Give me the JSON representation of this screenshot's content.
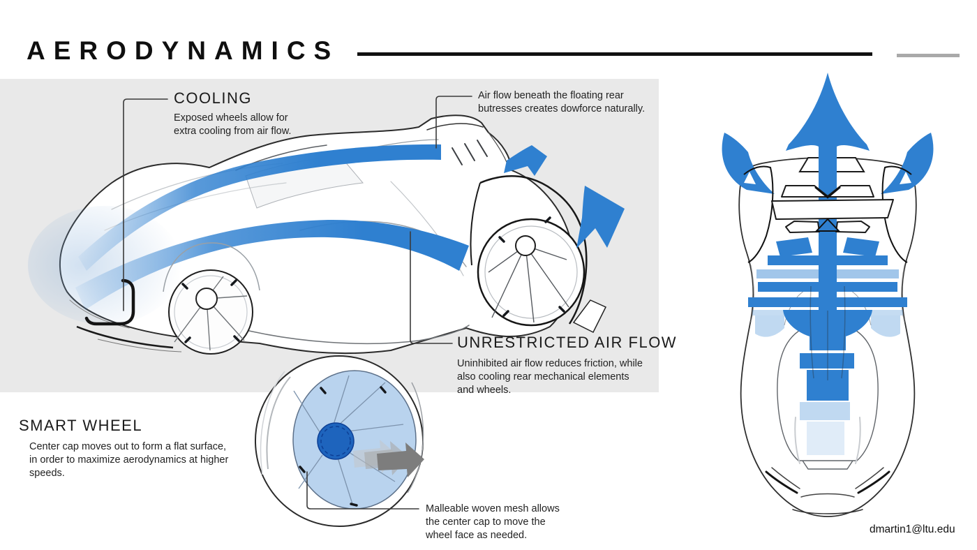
{
  "slide": {
    "title": "AERODYNAMICS",
    "contact_email": "dmartin1@ltu.edu"
  },
  "colors": {
    "accent_blue": "#2f80d0",
    "light_blue": "#b9d3ee",
    "pale_blue": "#dcebf8",
    "cap_blue": "#1e64bd",
    "panel_gray": "#e9e9e9",
    "rule_black": "#111111",
    "rule_gray": "#a9a9a9",
    "arrow_gray": "#7d7d7d"
  },
  "annotations": {
    "cooling": {
      "heading": "COOLING",
      "body": "Exposed wheels allow for\nextra cooling from air flow."
    },
    "rear_downforce": {
      "body": "Air flow beneath the floating rear\nbutresses creates dowforce naturally."
    },
    "unrestricted": {
      "heading": "UNRESTRICTED AIR FLOW",
      "body": "Uninhibited air flow reduces friction, while\nalso cooling rear mechanical elements\nand wheels."
    },
    "smart_wheel": {
      "heading": "SMART WHEEL",
      "body": "Center cap moves out to form a flat surface,\nin order to maximize aerodynamics at higher\nspeeds."
    },
    "mesh": {
      "body": "Malleable woven mesh allows\nthe center cap to move the\nwheel face as needed."
    }
  }
}
